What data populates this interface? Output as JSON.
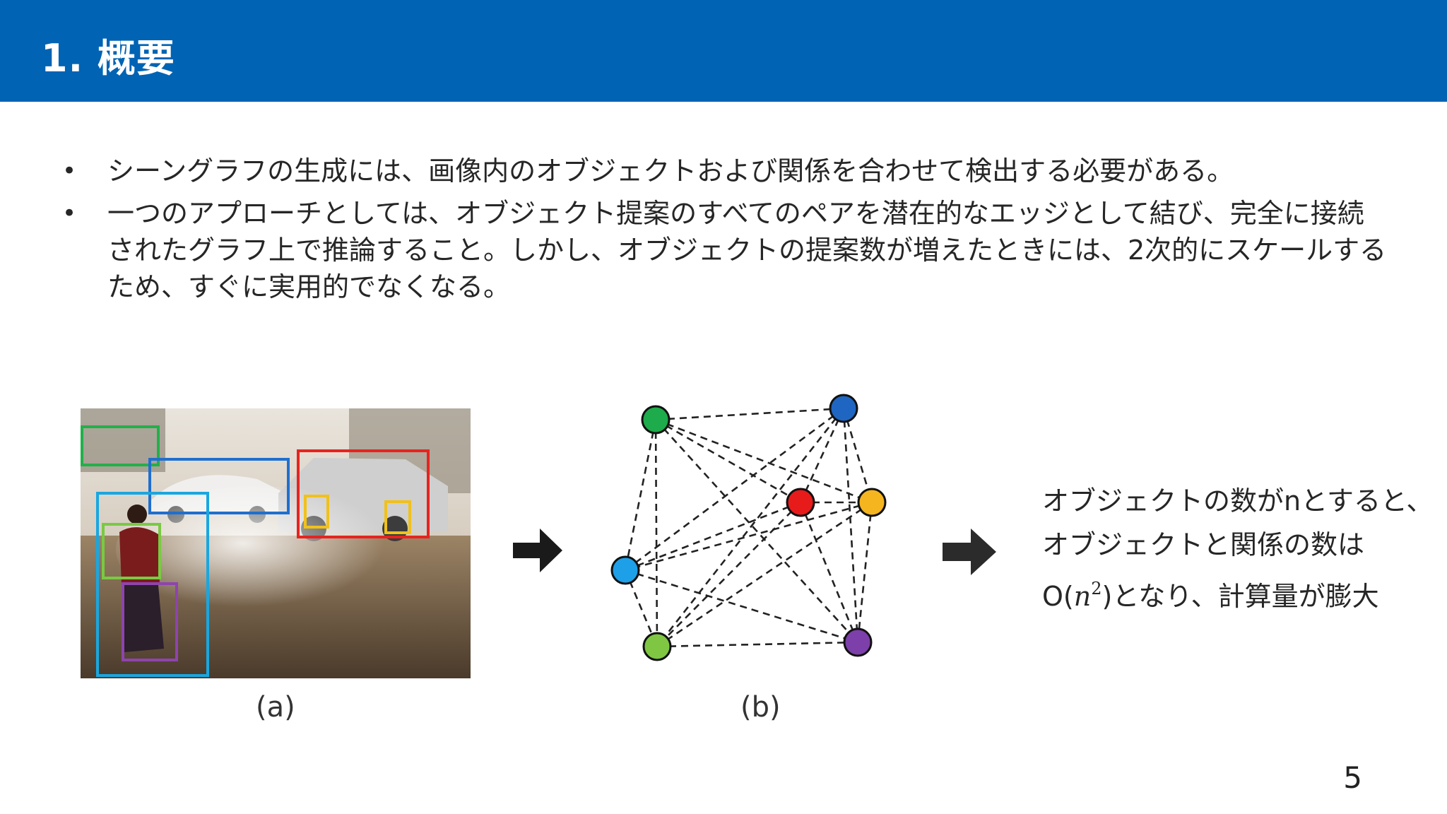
{
  "header": {
    "title": "1. 概要",
    "color": "#0063b3"
  },
  "bullets": [
    "シーングラフの生成には、画像内のオブジェクトおよび関係を合わせて検出する必要がある。",
    "一つのアプローチとしては、オブジェクト提案のすべてのペアを潜在的なエッジとして結び、完全に接続されたグラフ上で推論すること。しかし、オブジェクトの提案数が増えたときには、2次的にスケールするため、すぐに実用的でなくなる。"
  ],
  "figure": {
    "label_a": "(a)",
    "label_b": "(b)",
    "box_colors": [
      "#22b04a",
      "#1f6fcf",
      "#e8231f",
      "#f1c11a",
      "#19a7e0",
      "#7ac943",
      "#8e44ad"
    ],
    "node_colors": [
      "#1eab4b",
      "#1f66c2",
      "#e81b1b",
      "#f5b51f",
      "#1ea0e8",
      "#7fc743",
      "#7d3fa9"
    ]
  },
  "side_text": {
    "line1": "オブジェクトの数がnとすると、",
    "line2": "オブジェクトと関係の数は",
    "line3_prefix": "O(",
    "line3_var": "n",
    "line3_exp": "2",
    "line3_suffix": ")となり、計算量が膨大"
  },
  "page_number": "5"
}
